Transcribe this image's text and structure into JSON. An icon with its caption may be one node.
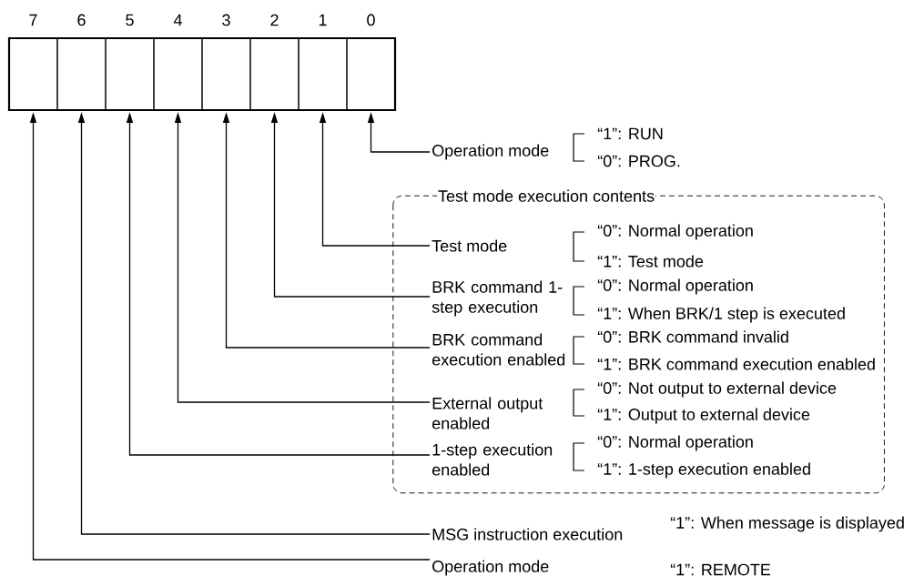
{
  "diagram": {
    "nodes": [
      {
        "text": [],
        "shape": "box",
        "beside": [
          "7"
        ]
      },
      {
        "text": [],
        "shape": "box",
        "beside": [
          "6"
        ]
      },
      {
        "text": [],
        "shape": "box",
        "beside": [
          "5"
        ]
      },
      {
        "text": [],
        "shape": "box",
        "beside": [
          "4"
        ]
      },
      {
        "text": [],
        "shape": "box",
        "beside": [
          "3"
        ]
      },
      {
        "text": [],
        "shape": "box",
        "beside": [
          "2"
        ]
      },
      {
        "text": [],
        "shape": "box",
        "beside": [
          "1"
        ]
      },
      {
        "text": [],
        "shape": "box",
        "beside": [
          "0"
        ]
      },
      {
        "text": [
          "Operation mode"
        ],
        "beside": [
          "“1”: RUN",
          "“0”: PROG."
        ]
      },
      {
        "text": [
          "Test mode execution contents"
        ]
      },
      {
        "text": [
          "Test mode"
        ],
        "in": 9,
        "beside": [
          "“0”: Normal operation",
          "“1”: Test mode"
        ]
      },
      {
        "text": [
          "BRK command 1-step execution"
        ],
        "in": 9,
        "beside": [
          "“0”: Normal operation",
          "“1”: When BRK/1 step is executed"
        ]
      },
      {
        "text": [
          "BRK command execution enabled"
        ],
        "in": 9,
        "beside": [
          "“0”: BRK command invalid",
          "“1”: BRK command execution enabled"
        ]
      },
      {
        "text": [
          "External output enabled"
        ],
        "in": 9,
        "beside": [
          "“0”: Not output to external device",
          "“1”: Output to external device"
        ]
      },
      {
        "text": [
          "1-step execution enabled"
        ],
        "in": 9,
        "beside": [
          "“0”: Normal operation",
          "“1”: 1-step execution enabled"
        ]
      },
      {
        "text": [
          "MSG instruction execution"
        ],
        "beside": [
          "“1”: When message is displayed"
        ]
      },
      {
        "text": [
          "Operation mode"
        ]
      }
    ],
    "labels": [
      "“1”: REMOTE"
    ],
    "edges": [
      {
        "from": 8,
        "to": 7,
        "arrow": "to"
      },
      {
        "from": 10,
        "to": 6,
        "arrow": "to"
      },
      {
        "from": 11,
        "to": 5,
        "arrow": "to"
      },
      {
        "from": 12,
        "to": 4,
        "arrow": "to"
      },
      {
        "from": 13,
        "to": 3,
        "arrow": "to"
      },
      {
        "from": 14,
        "to": 2,
        "arrow": "to"
      },
      {
        "from": 15,
        "to": 1,
        "arrow": "to"
      },
      {
        "from": 16,
        "to": 0,
        "arrow": "to"
      }
    ]
  }
}
